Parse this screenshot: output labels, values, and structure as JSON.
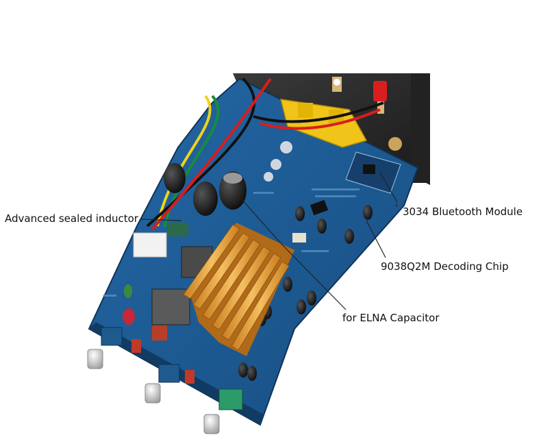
{
  "callouts": {
    "inductor": "Advanced sealed inductor",
    "bluetooth": "3034 Bluetooth Module",
    "decoding_chip": "9038Q2M Decoding Chip",
    "capacitor": "for ELNA Capacitor"
  },
  "colors": {
    "pcb": "#1f5f9a",
    "pcb_dark": "#163f6a",
    "heatsink": "#e9a43a",
    "enclosure": "#2b2b2b",
    "terminal_yellow": "#f0c419",
    "binding_post_red": "#d81e1e",
    "callout_line": "#222222"
  },
  "icons": [
    "pcb-board-photo",
    "heatsink",
    "knob-icon",
    "capacitor",
    "bluetooth-module",
    "speaker-terminal"
  ]
}
